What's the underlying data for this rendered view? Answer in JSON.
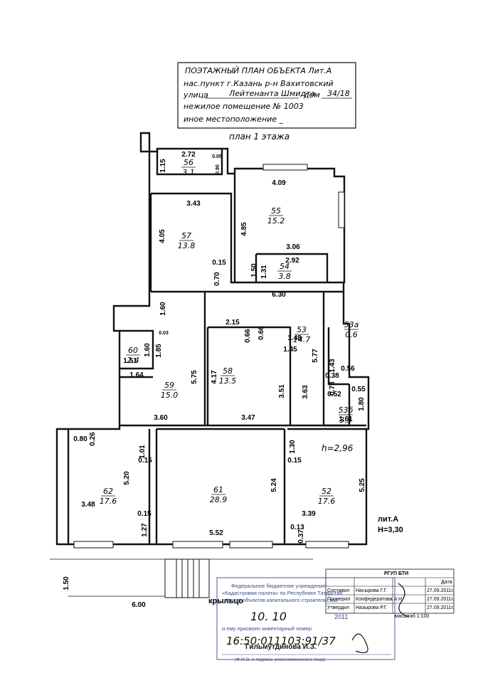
{
  "header": {
    "title": "ПОЭТАЖНЫЙ ПЛАН ОБЪЕКТА Лит.А",
    "line_city": "нас.пункт  г.Казань  р-н  Вахитовский",
    "line_street_prefix": "улица",
    "line_street": "Лейтенанта Шмидта",
    "line_house_prefix": "дом",
    "line_house": "34/18",
    "line_premises": "нежилое помещение № 1003",
    "line_other": "иное местоположение  _"
  },
  "plan_title": "план 1 этажа",
  "rooms": [
    {
      "num": "56",
      "area": "3.1"
    },
    {
      "num": "55",
      "area": "15.2"
    },
    {
      "num": "57",
      "area": "13.8"
    },
    {
      "num": "54",
      "area": "3.8"
    },
    {
      "num": "53",
      "area": "14.7"
    },
    {
      "num": "53а",
      "area": "0.6"
    },
    {
      "num": "60",
      "area": "2.4"
    },
    {
      "num": "58",
      "area": "13.5"
    },
    {
      "num": "59",
      "area": "15.0"
    },
    {
      "num": "53б",
      "area": "3.3"
    },
    {
      "num": "62",
      "area": "17.6"
    },
    {
      "num": "61",
      "area": "28.9"
    },
    {
      "num": "52",
      "area": "17.6"
    }
  ],
  "dimensions": [
    "1.15",
    "2.72",
    "0.05",
    "0.90",
    "4.09",
    "3.43",
    "4.05",
    "4.85",
    "0.15",
    "0.70",
    "3.06",
    "2.92",
    "1.50",
    "1.31",
    "6.30",
    "1.60",
    "2.15",
    "0.66",
    "0.66",
    "1.48",
    "1.45",
    "0.03",
    "1.60",
    "1.85",
    "1.51",
    "4.17",
    "3.51",
    "3.63",
    "5.77",
    "1.43",
    "0.38",
    "0.56",
    "0.78",
    "0.52",
    "0.55",
    "1.64",
    "5.75",
    "1.80",
    "1.61",
    "3.60",
    "3.47",
    "0.80",
    "0.26",
    "1.01",
    "1.30",
    "0.15",
    "0.15",
    "5.20",
    "5.24",
    "5.25",
    "3.48",
    "3.39",
    "0.15",
    "1.27",
    "0.13",
    "0.37",
    "5.52",
    "1.50",
    "6.00"
  ],
  "ceiling_height": "h=2,96",
  "lit_label": "лит.А",
  "lit_height": "H=3,30",
  "entrance_label": "крыльцо",
  "stamp": {
    "org_title": "РГУП БТИ",
    "header_date": "Дата",
    "rows": [
      {
        "role": "Составил",
        "name": "Насырова Г.Г.",
        "date": "27.09.2011г."
      },
      {
        "role": "Проверил",
        "name": "Конфедератова А.Н.",
        "date": "27.09.2011г."
      },
      {
        "role": "Утвердил",
        "name": "Назырова Р.Г.",
        "date": "27.09.2011г."
      }
    ],
    "scale": "масштаб 1:100"
  },
  "seal": {
    "line1": "Федеральное бюджетное учреждение",
    "line2": "«Кадастровая палата» по Республике Татарстан",
    "line3": "реестр объектов капитального строительства",
    "handwritten_date": "10. 10",
    "year": "2011",
    "number_label": "и ему присвоен инвентарный номер",
    "handwritten_number": "16:50:011103:91/37",
    "signer": "Гильмутдинова И.З.",
    "footer": "(Ф.И.О. и подпись уполномоченного лица)"
  },
  "colors": {
    "ink": "#111111",
    "blue_stamp": "#3a4a8a",
    "paper": "#ffffff"
  }
}
